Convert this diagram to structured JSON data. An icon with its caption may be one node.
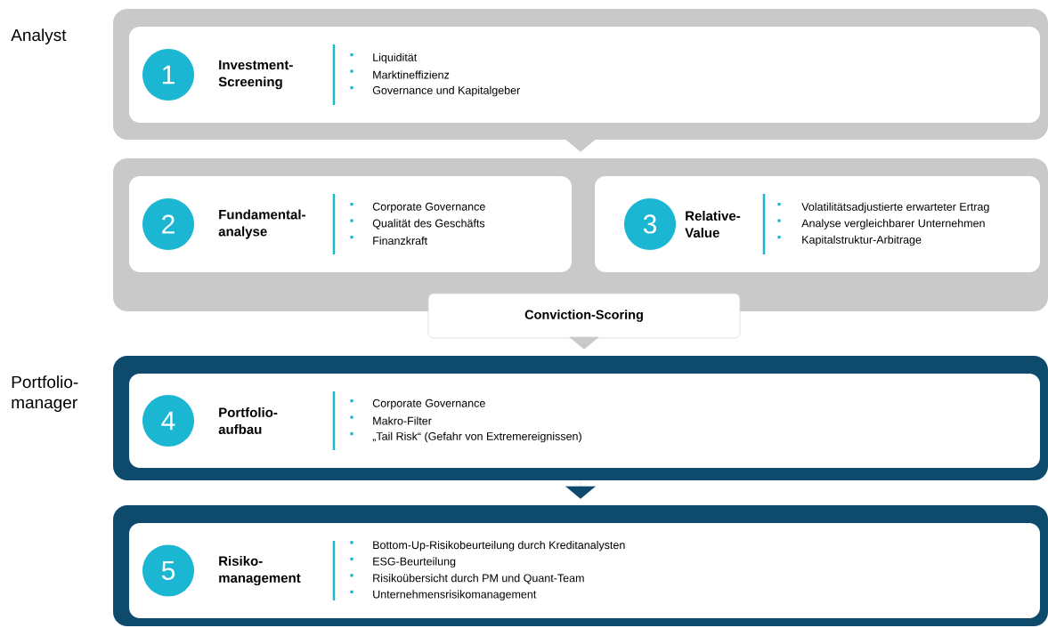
{
  "diagram": {
    "nodes": [
      {
        "text": [],
        "shape": "box",
        "beside": [
          "Analyst"
        ]
      },
      {
        "text": [
          "1",
          "Investment-Screening",
          "Liquidität",
          "Marktineffizienz",
          "Governance und Kapitalgeber"
        ],
        "in": 0
      },
      {
        "text": [],
        "shape": "box"
      },
      {
        "text": [
          "2",
          "Fundamental-analyse",
          "Corporate Governance",
          "Qualität des Geschäfts",
          "Finanzkraft"
        ],
        "in": 2
      },
      {
        "text": [
          "3",
          "Relative-Value",
          "Volatilitätsadjustierte erwarteter Ertrag",
          "Analyse vergleichbarer Unternehmen",
          "Kapitalstruktur-Arbitrage"
        ],
        "in": 2
      },
      {
        "text": [
          "Conviction-Scoring"
        ]
      },
      {
        "text": [],
        "shape": "box",
        "beside": [
          "Portfolio-manager"
        ]
      },
      {
        "text": [
          "4",
          "Portfolio-aufbau",
          "Corporate Governance",
          "Makro-Filter",
          "„Tail Risk“ (Gefahr von Extremereignissen)"
        ],
        "in": 6
      },
      {
        "text": [],
        "shape": "box"
      },
      {
        "text": [
          "5",
          "Risiko-management",
          "Bottom-Up-Risikobeurteilung durch Kreditanalysten",
          "ESG-Beurteilung",
          "Risikoübersicht durch PM und Quant-Team",
          "Unternehmensrisikomanagement"
        ],
        "in": 8
      }
    ],
    "edges": [
      {
        "from": 0,
        "to": 2,
        "arrow": "to"
      },
      {
        "from": 5,
        "to": 6,
        "arrow": "to"
      },
      {
        "from": 6,
        "to": 8,
        "arrow": "to",
        "color": "#0e4a6c"
      }
    ]
  }
}
